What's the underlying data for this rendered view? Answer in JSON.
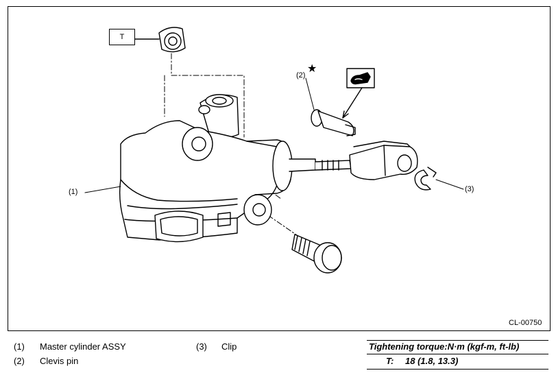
{
  "figure": {
    "code": "CL-00750",
    "tightening_label": "T",
    "star_mark": "★"
  },
  "callouts": {
    "c1": "(1)",
    "c2": "(2)",
    "c3": "(3)"
  },
  "legend": {
    "items": [
      {
        "num": "(1)",
        "text": "Master cylinder ASSY"
      },
      {
        "num": "(2)",
        "text": "Clevis pin"
      },
      {
        "num": "(3)",
        "text": "Clip"
      }
    ]
  },
  "torque": {
    "title": "Tightening torque:N·m (kgf-m, ft-lb)",
    "label": "T:",
    "value": "18 (1.8, 13.3)"
  }
}
